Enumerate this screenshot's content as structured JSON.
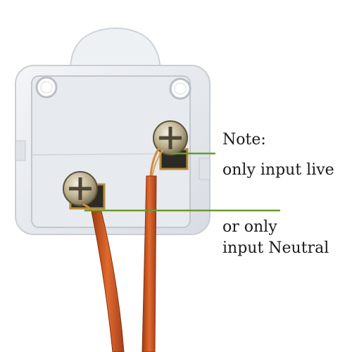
{
  "annotations": {
    "title": "Note:",
    "live": "only input live",
    "neutral_line1": "or only",
    "neutral_line2": "input Neutral"
  },
  "colors": {
    "callout_line": "#6a9a2e",
    "wire": "#c7531f",
    "housing": "#e9ecf0",
    "brass": "#b88a3a"
  }
}
